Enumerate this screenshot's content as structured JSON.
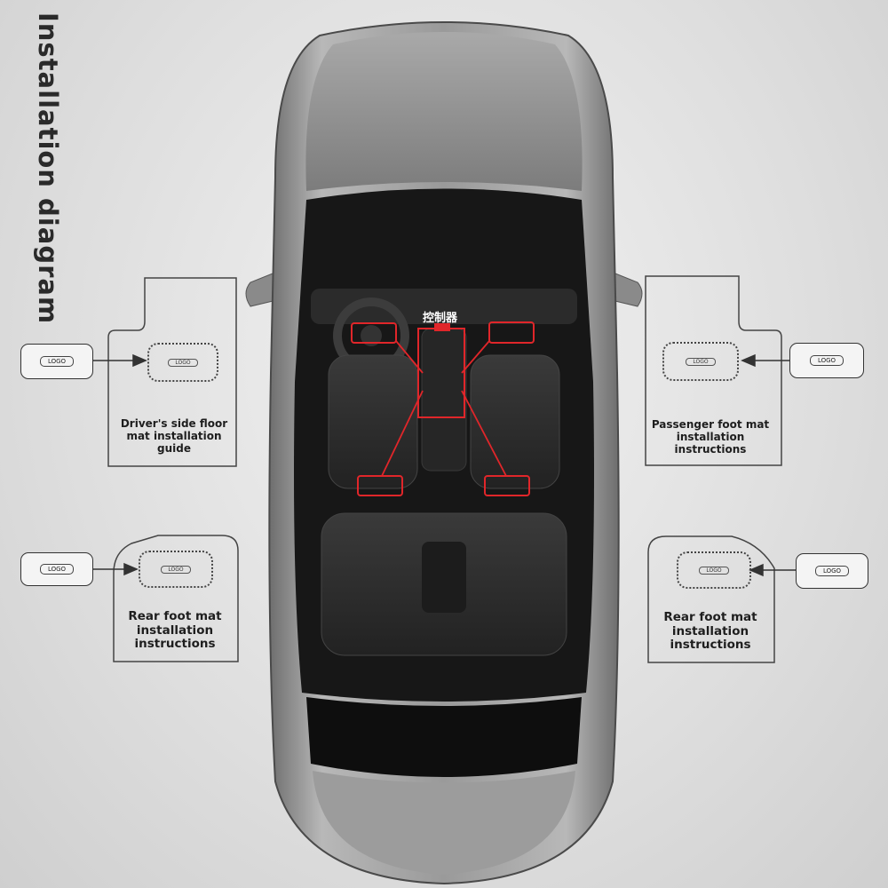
{
  "title": "Installation diagram",
  "controller_label": "控制器",
  "logo_text": "LOGO",
  "mats": {
    "driver": {
      "label_lines": [
        "Driver's side floor",
        "mat installation",
        "guide"
      ]
    },
    "passenger": {
      "label_lines": [
        "Passenger foot mat",
        "installation",
        "instructions"
      ]
    },
    "rear_left": {
      "label_lines": [
        "Rear foot mat",
        "installation",
        "instructions"
      ]
    },
    "rear_right": {
      "label_lines": [
        "Rear foot mat",
        "installation",
        "instructions"
      ]
    }
  },
  "colors": {
    "accent": "#e0262a",
    "outline": "#333333",
    "car_body": "#8f8f8f",
    "interior": "#1a1a1a"
  }
}
